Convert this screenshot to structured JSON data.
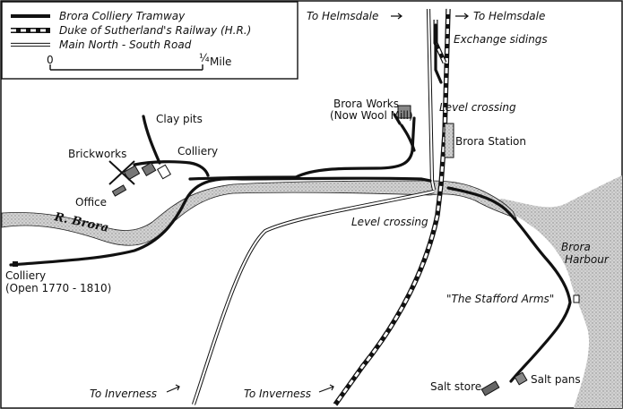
{
  "legend": {
    "tramway": "Brora Colliery Tramway",
    "railway": "Duke of Sutherland's Railway (H.R.)",
    "road": "Main North - South Road",
    "scale_zero": "0",
    "scale_quarter": "¼",
    "scale_unit": "Mile"
  },
  "labels": {
    "to_helmsdale_road": "To Helmsdale",
    "to_helmsdale_rail": "To Helmsdale",
    "exchange_sidings": "Exchange sidings",
    "brora_works_1": "Brora Works",
    "brora_works_2": "(Now Wool Mill)",
    "level_crossing_n": "Level crossing",
    "brora_station": "Brora Station",
    "clay_pits": "Clay pits",
    "colliery": "Colliery",
    "brickworks": "Brickworks",
    "office": "Office",
    "river": "R. Brora",
    "level_crossing_s": "Level crossing",
    "old_colliery_1": "Colliery",
    "old_colliery_2": "(Open 1770 - 1810)",
    "brora_1": "Brora",
    "harbour": "Harbour",
    "stafford_arms": "\"The Stafford Arms\"",
    "salt_store": "Salt store",
    "salt_pans": "Salt pans",
    "to_inverness_road": "To Inverness",
    "to_inverness_rail": "To Inverness"
  },
  "colors": {
    "ink": "#111111",
    "water": "#c9c9c9"
  }
}
